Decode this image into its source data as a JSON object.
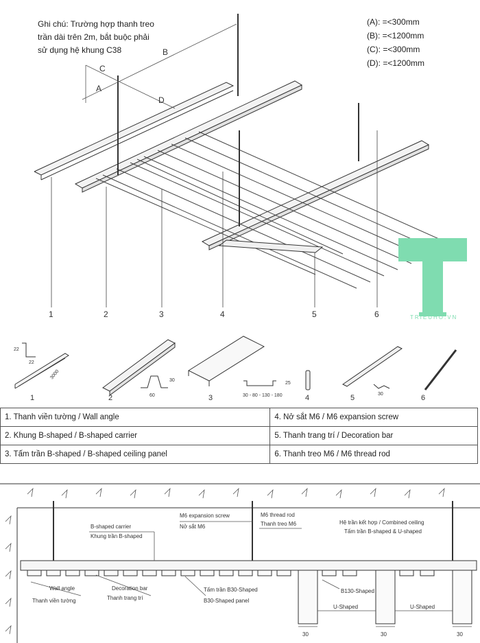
{
  "note": {
    "line1": "Ghi chú: Trường hợp thanh treo",
    "line2": "trần dài trên 2m, bắt buộc phải",
    "line3": "sử dụng hệ khung C38"
  },
  "dimensions": [
    {
      "label": "(A): =<300mm"
    },
    {
      "label": "(B): =<1200mm"
    },
    {
      "label": "(C): =<300mm"
    },
    {
      "label": "(D): =<1200mm"
    }
  ],
  "dim_letters": {
    "a": "A",
    "b": "B",
    "c": "C",
    "d": "D"
  },
  "callouts": [
    "1",
    "2",
    "3",
    "4",
    "5",
    "6"
  ],
  "part_dims": {
    "wall_angle_a": "22",
    "wall_angle_b": "22",
    "wall_angle_len": "3000",
    "carrier_h": "30",
    "carrier_w": "60",
    "panel_widths": "30 - 80 - 130 - 180",
    "panel_h": "25",
    "bar_w": "30"
  },
  "table": {
    "rows": [
      {
        "left": "1. Thanh viền tường / Wall angle",
        "right": "4. Nở sắt M6 / M6 expansion screw"
      },
      {
        "left": "2. Khung B-shaped / B-shaped carrier",
        "right": "5. Thanh trang trí / Decoration bar"
      },
      {
        "left": "3. Tấm trần B-shaped / B-shaped ceiling panel",
        "right": "6. Thanh treo M6 / M6 thread rod"
      }
    ]
  },
  "section": {
    "expansion_en": "M6 expansion screw",
    "expansion_vi": "Nở sắt M6",
    "rod_en": "M6 thread rod",
    "rod_vi": "Thanh treo M6",
    "carrier_en": "B-shaped carrier",
    "carrier_vi": "Khung trần B-shaped",
    "combined_1": "Hệ trần kết hợp / Combined ceiling",
    "combined_2": "Tấm trần B-shaped & U-shaped",
    "wall_en": "Wall angle",
    "wall_vi": "Thanh viền tường",
    "deco_en": "Decoration bar",
    "deco_vi": "Thanh trang trí",
    "panel_vi": "Tấm trần B30-Shaped",
    "panel_en": "B30-Shaped panel",
    "b130": "B130-Shaped",
    "u1": "U-Shaped",
    "u2": "U-Shaped",
    "dim30": [
      "30",
      "30",
      "30"
    ]
  },
  "watermark": "TRIEUHO.VN",
  "colors": {
    "line": "#333333",
    "watermark": "#7fdcb0"
  }
}
